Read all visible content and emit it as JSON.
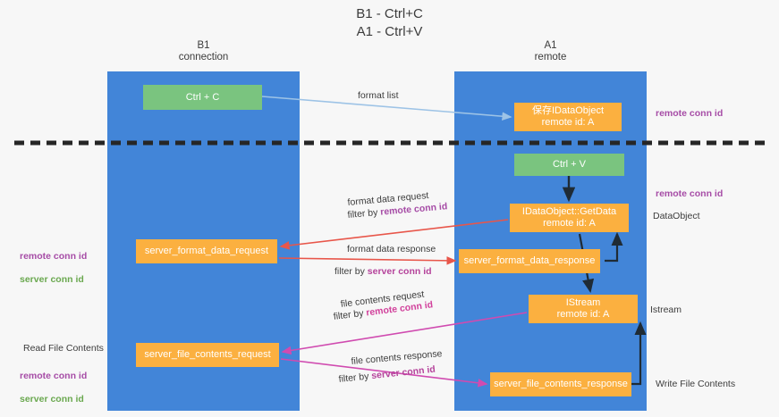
{
  "title": "B1 - Ctrl+C\nA1 - Ctrl+V",
  "lanes": {
    "b1": {
      "header": "B1\nconnection"
    },
    "a1": {
      "header": "A1\nremote"
    }
  },
  "nodes": {
    "ctrl_c": "Ctrl + C",
    "idataobject_saved": "保存IDataObject\nremote id: A",
    "ctrl_v": "Ctrl + V",
    "getdata": "IDataObject::GetData\nremote id: A",
    "server_format_data_request": "server_format_data_request",
    "server_format_data_response": "server_format_data_response",
    "istream": "IStream\nremote id: A",
    "server_file_contents_request": "server_file_contents_request",
    "server_file_contents_response": "server_file_contents_response"
  },
  "edge_labels": {
    "format_list": "format list",
    "format_data_request": "format data request",
    "format_data_request_filter_prefix": "filter by ",
    "format_data_request_filter_key": "remote conn id",
    "format_data_response": "format data response",
    "format_data_response_filter_prefix": "filter by ",
    "format_data_response_filter_key": "server conn id",
    "file_contents_request": "file contents request",
    "file_contents_request_filter_prefix": "filter by ",
    "file_contents_request_filter_key": "remote conn id",
    "file_contents_response": "file contents response",
    "file_contents_response_filter_prefix": "filter by ",
    "file_contents_response_filter_key": "server conn id"
  },
  "annotations": {
    "remote_conn_id_top": "remote conn id",
    "remote_conn_id_mid": "remote conn id",
    "dataobject": "DataObject",
    "istream": "Istream",
    "write_file_contents": "Write File Contents",
    "read_file_contents": "Read File Contents",
    "left_keys_mid_remote": "remote conn id",
    "left_keys_mid_server": "server conn id",
    "left_keys_bottom_remote": "remote conn id",
    "left_keys_bottom_server": "server conn id"
  },
  "colors": {
    "lane": "#4285d8",
    "green_node": "#7ac47f",
    "orange_node": "#fbb040",
    "remote_key": "#a64ca6",
    "server_key": "#6aa84f",
    "divider": "#262626",
    "arrow_blue": "#9dc3e6",
    "arrow_red": "#e8564a",
    "arrow_magenta": "#d04bb0",
    "arrow_dark": "#1f2b35"
  }
}
